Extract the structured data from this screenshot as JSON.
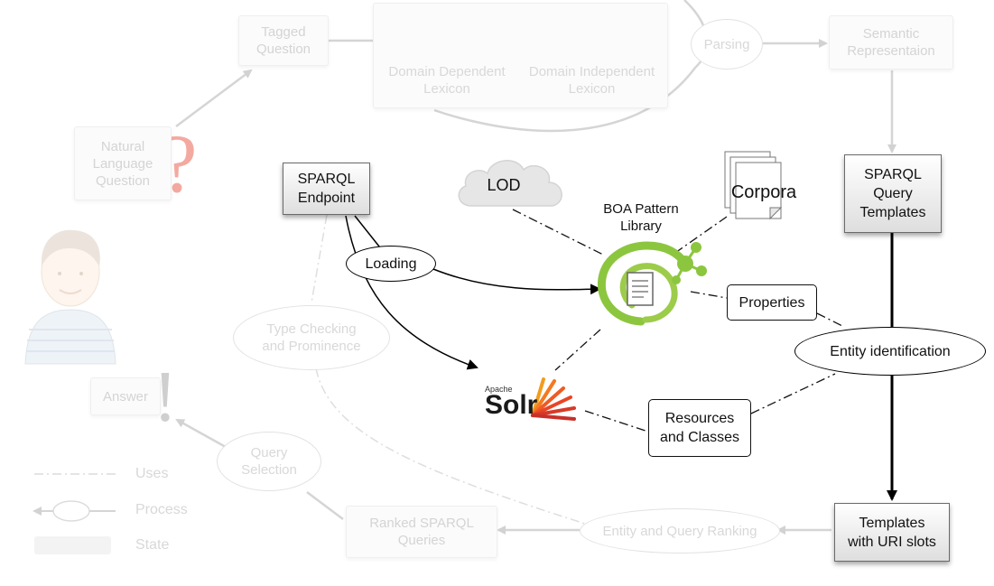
{
  "tagged_question": "Tagged\nQuestion",
  "domain_dependent_lexicon": "Domain Dependent\nLexicon",
  "domain_independent_lexicon": "Domain Independent\nLexicon",
  "parsing": "Parsing",
  "semantic_representation": "Semantic\nRepresentaion",
  "natural_language_question": "Natural\nLanguage\nQuestion",
  "sparql_endpoint": "SPARQL\nEndpoint",
  "lod": "LOD",
  "corpora": "Corpora",
  "boa_pattern_library": "BOA Pattern\nLibrary",
  "sparql_query_templates": "SPARQL\nQuery\nTemplates",
  "loading": "Loading",
  "properties": "Properties",
  "type_checking": "Type Checking\nand Prominence",
  "entity_identification": "Entity identification",
  "answer": "Answer",
  "solr_apache": "Apache",
  "solr_name": "Solr",
  "resources_and_classes": "Resources\nand Classes",
  "query_selection": "Query\nSelection",
  "templates_uri_slots": "Templates\nwith URI slots",
  "ranked_sparql_queries": "Ranked SPARQL\nQueries",
  "entity_query_ranking": "Entity and Query Ranking",
  "legend": {
    "uses": "Uses",
    "process": "Process",
    "state": "State"
  },
  "colors": {
    "faded": "#d8d8d8",
    "active": "#111111",
    "boa_green": "#8cc63f",
    "question_mark": "#f4a9a0"
  }
}
